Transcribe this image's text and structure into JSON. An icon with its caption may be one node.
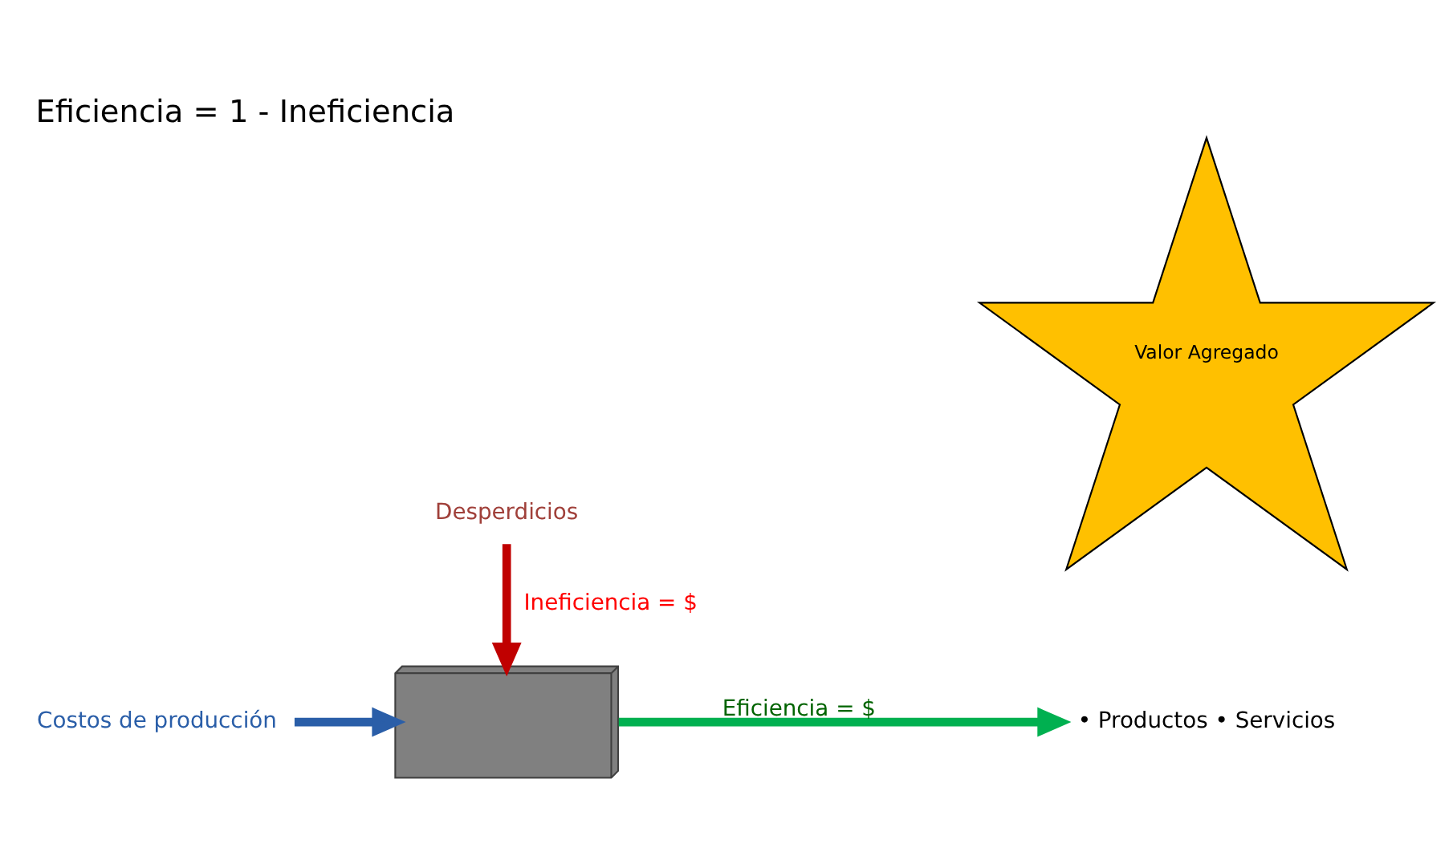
{
  "diagram": {
    "title": "Eficiencia = 1 - Ineficiencia",
    "nodes": [
      {
        "text": [
          "Costos de producción"
        ]
      },
      {
        "text": [],
        "shape": "box"
      },
      {
        "text": [
          "Desperdicios"
        ]
      },
      {
        "text": [
          "Valor Agregado"
        ]
      },
      {
        "text": [
          "• Productos • Servicios"
        ]
      }
    ],
    "edges": [
      {
        "from": 0,
        "to": 1,
        "arrow": "to",
        "color": "#2a5ea8"
      },
      {
        "from": 2,
        "to": 1,
        "arrow": "to",
        "label": "Ineficiencia = $",
        "color": "#c00000"
      },
      {
        "from": 1,
        "to": 4,
        "arrow": "to",
        "label": "Eficiencia = $",
        "color": "#00b050"
      }
    ]
  }
}
